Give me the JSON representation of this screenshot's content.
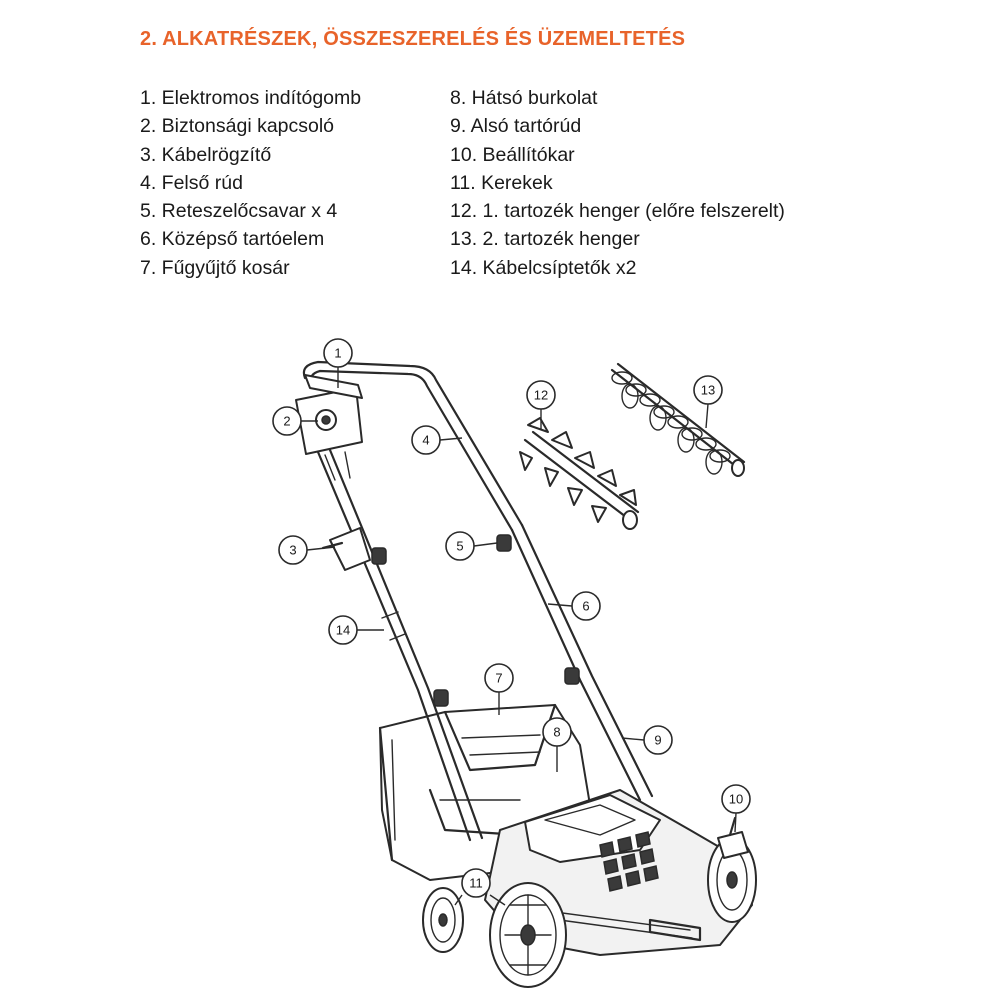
{
  "heading": {
    "text": "2. ALKATRÉSZEK, ÖSSZESZERELÉS ÉS ÜZEMELTETÉS",
    "color": "#e8632a"
  },
  "parts_left": [
    "1. Elektromos indítógomb",
    "2. Biztonsági kapcsoló",
    "3. Kábelrögzítő",
    "4. Felső rúd",
    "5. Reteszelőcsavar x 4",
    "6. Középső tartóelem",
    "7. Fűgyűjtő kosár"
  ],
  "parts_right": [
    "8. Hátsó burkolat",
    "9. Alsó tartórúd",
    "10. Beállítókar",
    "11. Kerekek",
    "12. 1. tartozék henger (előre felszerelt)",
    "13. 2. tartozék henger",
    "14. Kábelcsíptetők x2"
  ],
  "callouts": [
    "1",
    "2",
    "3",
    "4",
    "5",
    "6",
    "7",
    "8",
    "9",
    "10",
    "11",
    "12",
    "13",
    "14"
  ]
}
